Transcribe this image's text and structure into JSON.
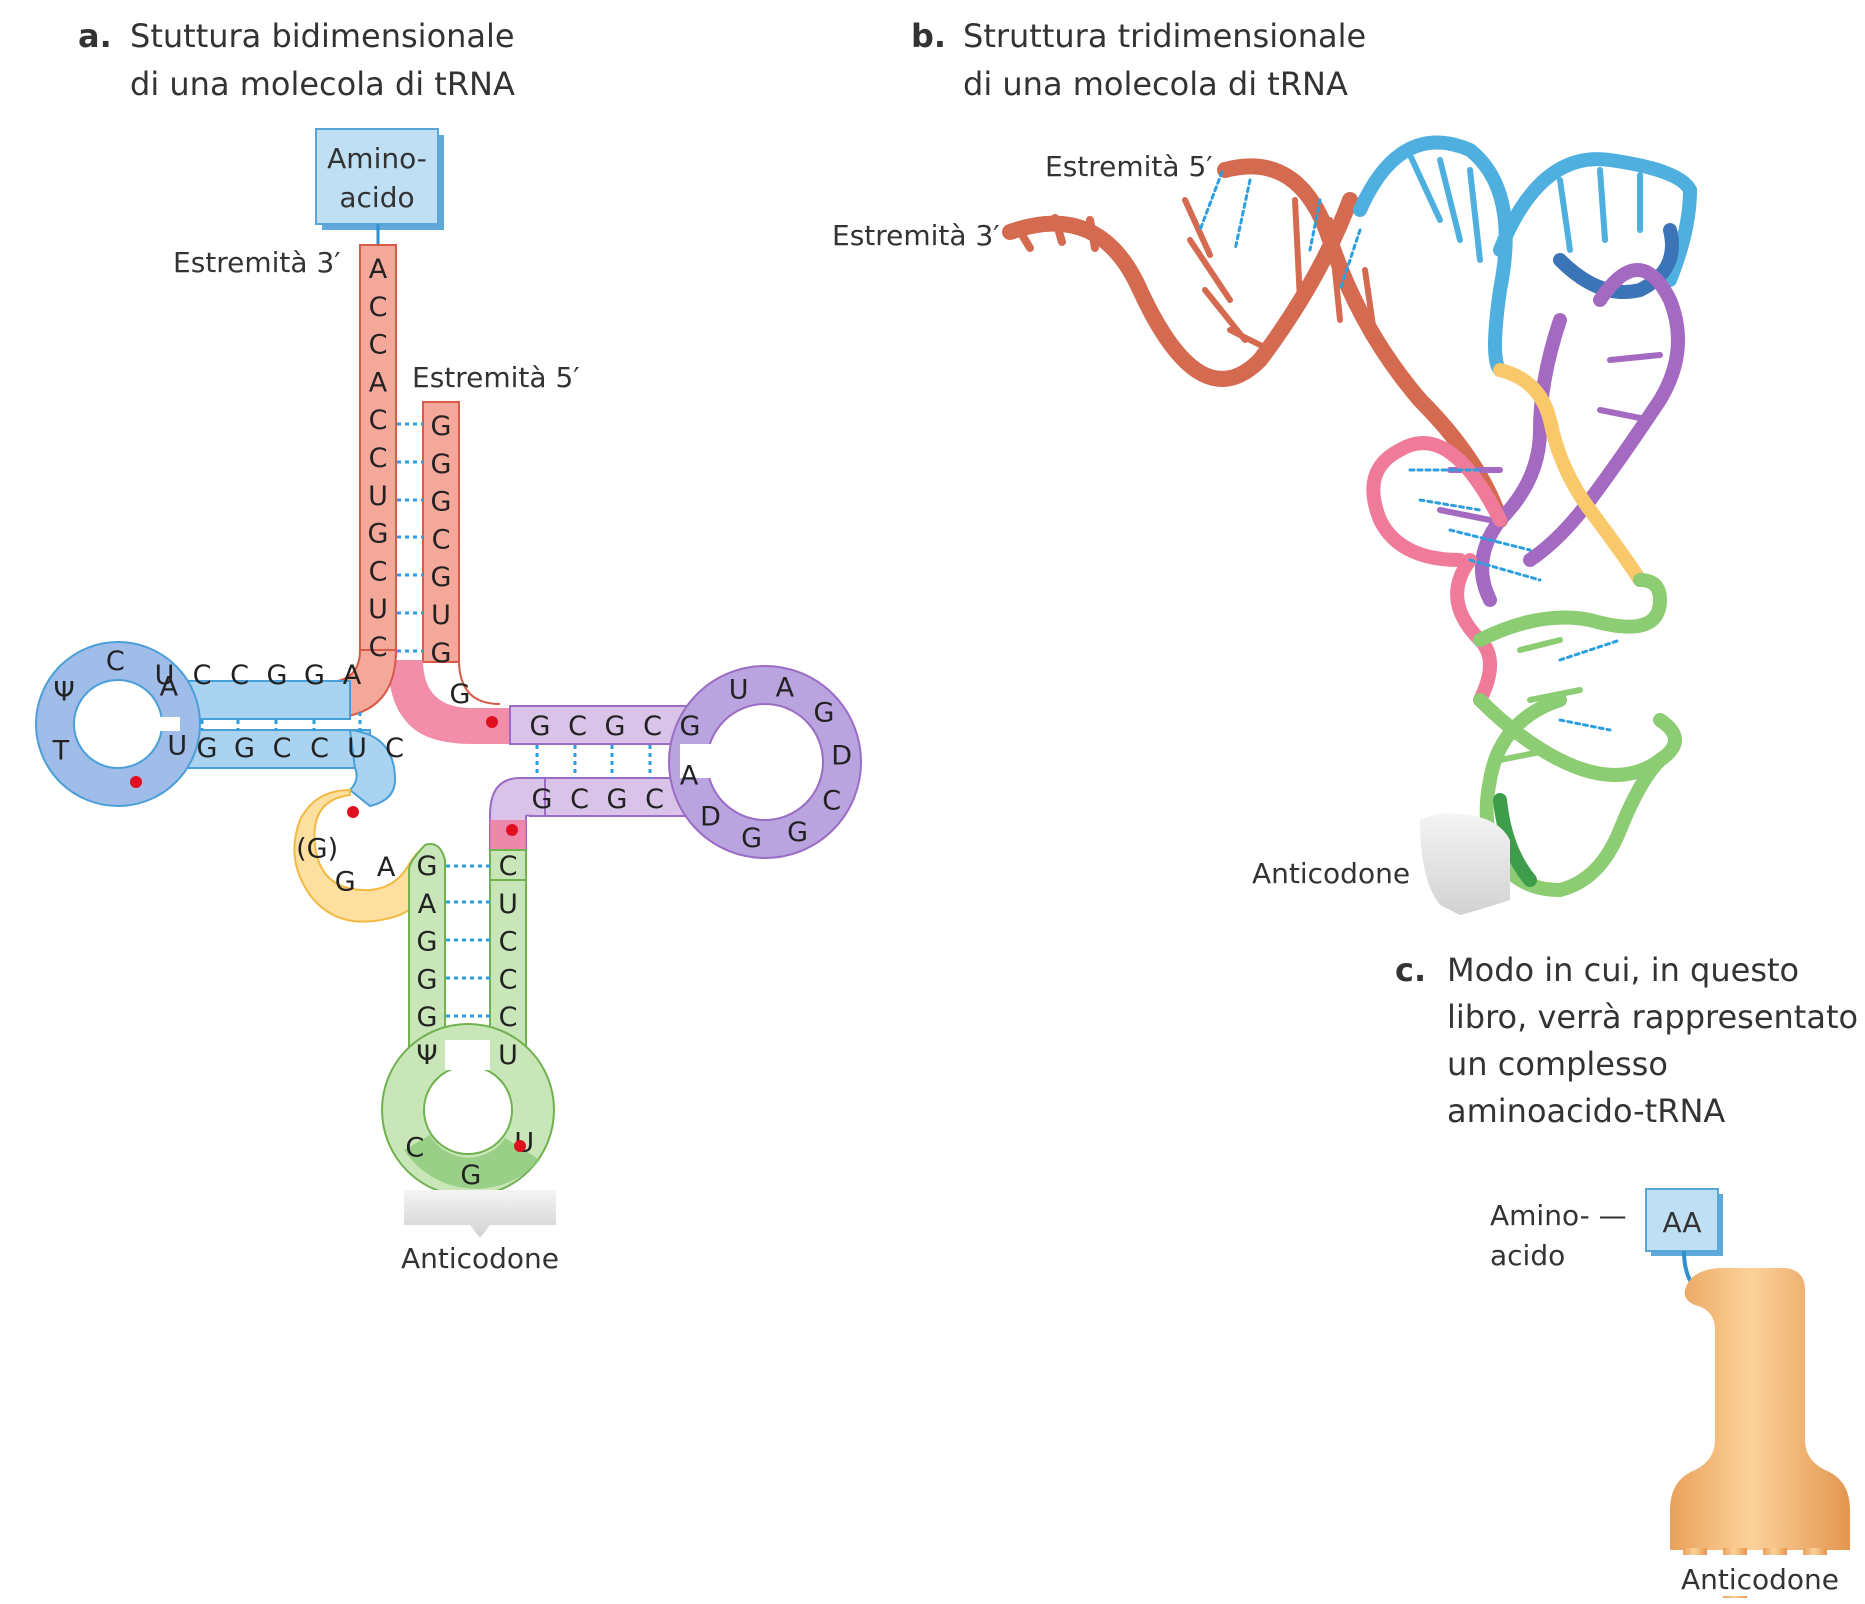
{
  "panels": {
    "a": {
      "letter": "a.",
      "title_line1": "Stuttura bidimensionale",
      "title_line2": "di una molecola di tRNA"
    },
    "b": {
      "letter": "b.",
      "title_line1": "Struttura tridimensionale",
      "title_line2": "di una molecola di tRNA"
    },
    "c": {
      "letter": "c.",
      "title_lines": [
        "Modo in cui, in questo",
        "libro, verrà rappresentato",
        "un complesso",
        "aminoacido-tRNA"
      ]
    }
  },
  "labels": {
    "amino_line1": "Amino-",
    "amino_line2": "acido",
    "end3": "Estremità 3′",
    "end5": "Estremità 5′",
    "anticodon": "Anticodone",
    "aa_box": "AA",
    "amino_dash": "Amino- —"
  },
  "sequences": {
    "acceptor_3prime": [
      "A",
      "C",
      "C",
      "A",
      "C",
      "C",
      "U",
      "G",
      "C",
      "U",
      "C"
    ],
    "acceptor_5prime": [
      "G",
      "G",
      "G",
      "C",
      "G",
      "U",
      "G"
    ],
    "junction_right": [
      "G"
    ],
    "d_arm_top": [
      "G",
      "C",
      "G",
      "C",
      "G"
    ],
    "d_loop": [
      "U",
      "A",
      "G",
      "D",
      "C",
      "G",
      "G",
      "D",
      "A"
    ],
    "d_arm_bottom": [
      "G",
      "C",
      "G",
      "C"
    ],
    "t_arm_top": [
      "A",
      "G",
      "G",
      "C",
      "C",
      "U"
    ],
    "t_loop": [
      "U",
      "A",
      "C",
      "Ψ",
      "T"
    ],
    "t_arm_bottom": [
      "G",
      "G",
      "C",
      "C",
      "U",
      "C"
    ],
    "variable_loop": [
      "(G)",
      "G",
      "A"
    ],
    "anticodon_arm_left": [
      "G",
      "A",
      "G",
      "G",
      "G",
      "Ψ"
    ],
    "anticodon_loop": [
      "C",
      "G",
      "U"
    ],
    "anticodon_arm_right": [
      "C",
      "U",
      "C",
      "C",
      "C",
      "U"
    ]
  },
  "colors": {
    "acceptor": "#f4a899",
    "acceptor_edge": "#d85b4a",
    "t_arm": "#a9d3f0",
    "t_arm_edge": "#4a9fd8",
    "t_loop": "#9fbde8",
    "d_arm": "#d9c3e8",
    "d_edge": "#9b6cc4",
    "d_loop": "#b9a4e0",
    "anticodon": "#c8e6b8",
    "anticodon_edge": "#6fb24f",
    "variable": "#fde0a0",
    "variable_edge": "#f2b944",
    "pink": "#f07a9a",
    "bond": "#2c9fe0",
    "modified_dot": "#e01020",
    "cartoon": "#f2b673",
    "anticodon_shadow": "#d8d8d8"
  },
  "icons": [
    "modified-base-dot-icon",
    "hydrogen-bond-icon",
    "anticodon-shadow-icon",
    "trna-cartoon-icon"
  ]
}
